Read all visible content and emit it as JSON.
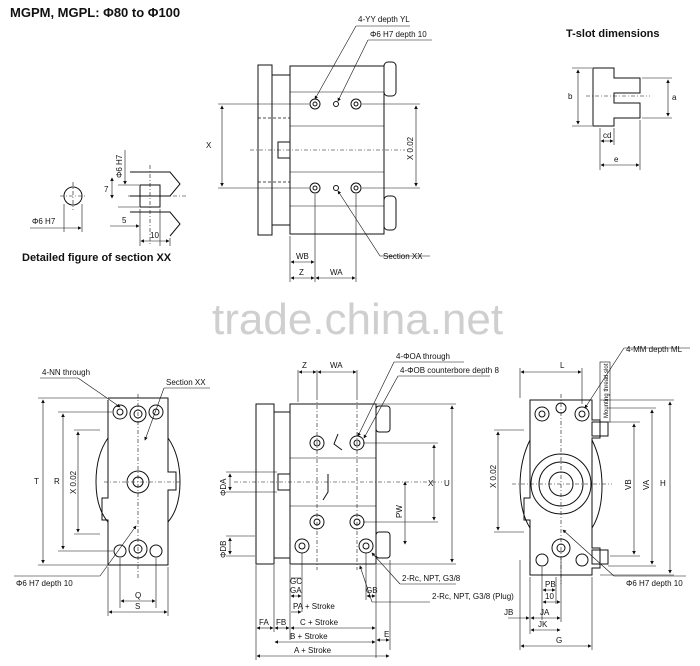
{
  "header": {
    "title": "MGPM, MGPL: Φ80 to Φ100"
  },
  "tslot": {
    "title": "T-slot dimensions",
    "labels": [
      "b",
      "a",
      "cd",
      "e"
    ]
  },
  "detail": {
    "caption": "Detailed figure of section XX",
    "labels": [
      "Φ6 H7",
      "Φ6 H7",
      "7",
      "5",
      "10"
    ]
  },
  "watermark": "trade.china.net",
  "top_view": {
    "callouts": [
      "4-YY depth YL",
      "Φ6 H7 depth 10",
      "Section XX"
    ],
    "dims": [
      "X",
      "X 0.02",
      "WB",
      "Z",
      "WA"
    ]
  },
  "left_view": {
    "callouts": [
      "4-NN through",
      "Section XX",
      "Φ6 H7 depth 10"
    ],
    "dims": [
      "T",
      "R",
      "X 0.02",
      "Q",
      "S"
    ]
  },
  "front_view": {
    "callouts": [
      "4-ΦOA through",
      "4-ΦOB counterbore depth 8",
      "2-Rc, NPT, G3/8",
      "2-Rc, NPT, G3/8 (Plug)"
    ],
    "dims": [
      "Z",
      "WA",
      "ΦDA",
      "ΦDB",
      "X",
      "U",
      "PW",
      "GC",
      "GA",
      "GB",
      "PA + Stroke",
      "FA",
      "FB",
      "C + Stroke",
      "B + Stroke",
      "A + Stroke",
      "E"
    ]
  },
  "right_view": {
    "callouts": [
      "4-MM depth ML",
      "Φ6 H7 depth 10",
      "Mounting thread slot"
    ],
    "dims": [
      "L",
      "X 0.02",
      "VB",
      "VA",
      "H",
      "PB",
      "10",
      "JB",
      "JA",
      "JK",
      "G"
    ]
  }
}
